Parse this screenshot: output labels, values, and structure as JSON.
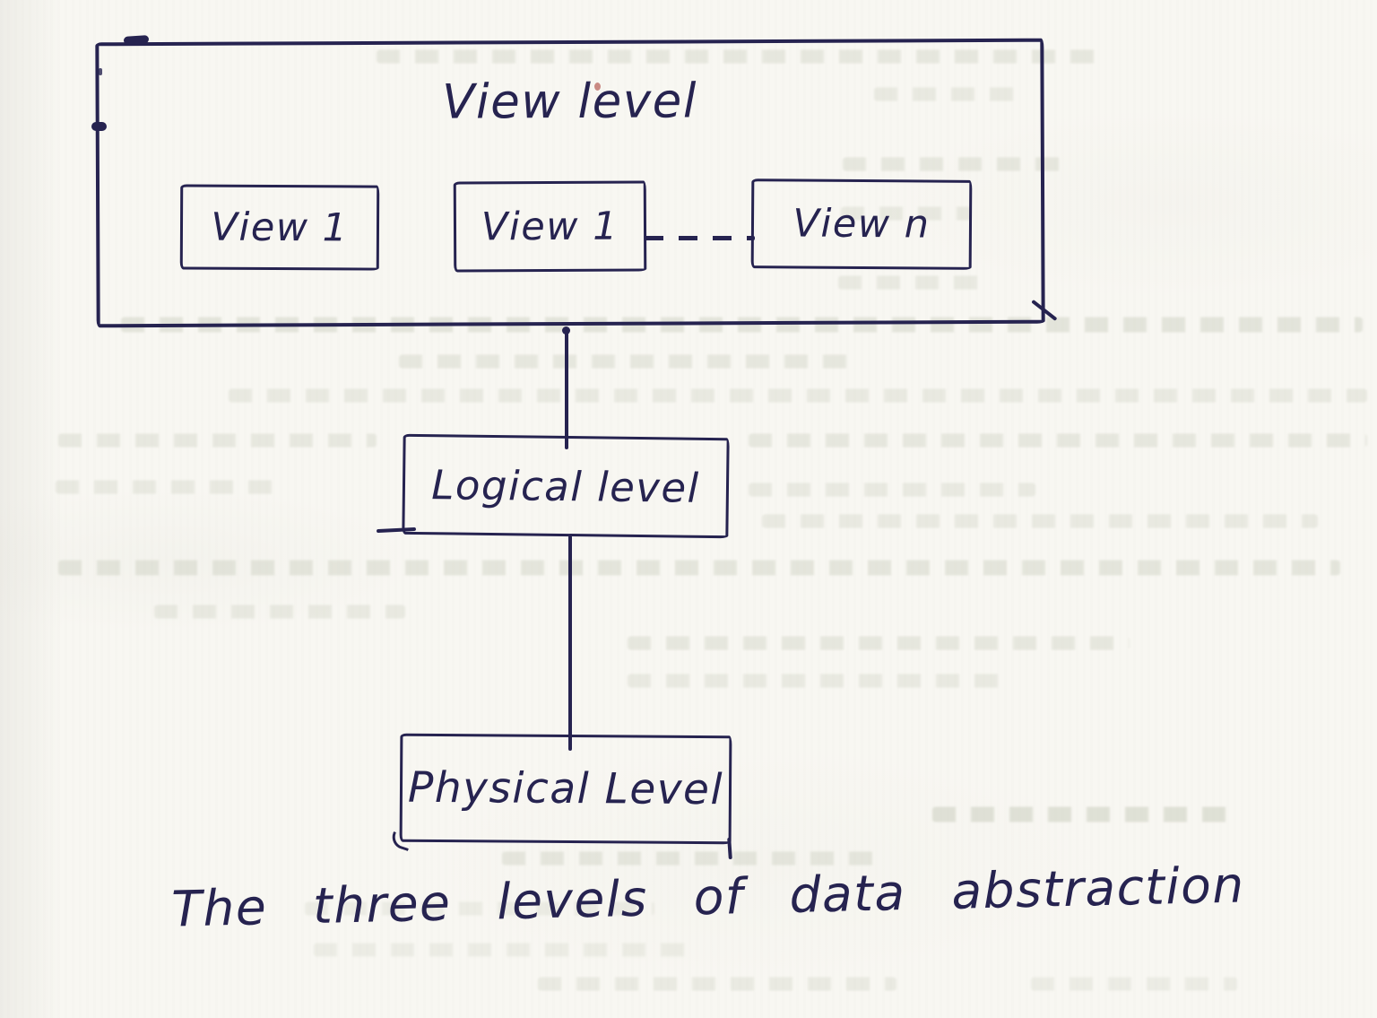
{
  "diagram": {
    "title": "View level",
    "views": [
      {
        "label": "View 1"
      },
      {
        "label": "View 1"
      },
      {
        "label": "View n"
      }
    ],
    "logical_label": "Logical level",
    "physical_label": "Physical Level",
    "caption": "The three levels of data abstraction"
  },
  "colors": {
    "ink": "#262350",
    "paper": "#f8f7f2",
    "bleed": "#c3c7b6"
  }
}
